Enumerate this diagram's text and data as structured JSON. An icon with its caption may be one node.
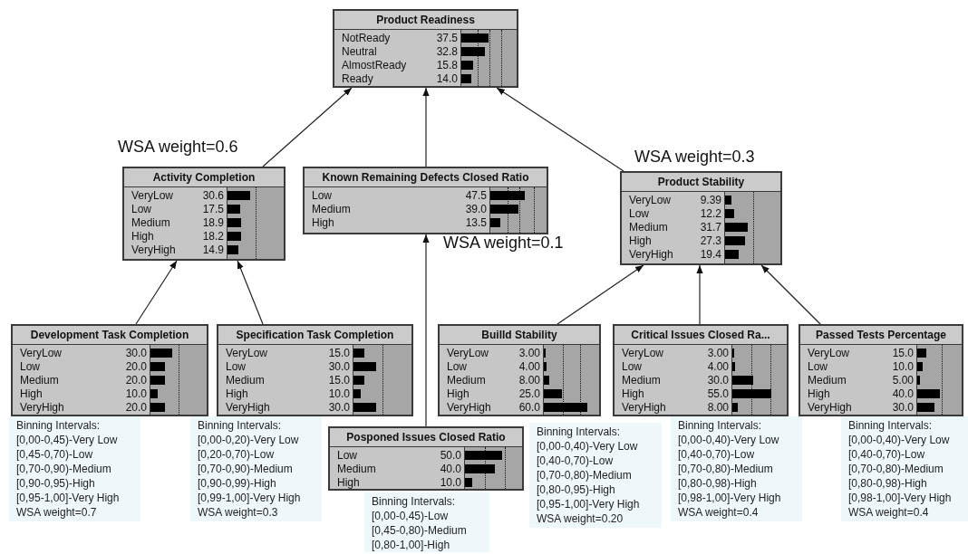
{
  "diagram": {
    "nodes": [
      {
        "text": [
          "Product Readiness",
          "NotReady",
          "37.5",
          "Neutral",
          "32.8",
          "AlmostReady",
          "15.8",
          "Ready",
          "14.0"
        ]
      },
      {
        "text": [
          "Activity Completion",
          "VeryLow",
          "30.6",
          "Low",
          "17.5",
          "Medium",
          "18.9",
          "High",
          "18.2",
          "VeryHigh",
          "14.9"
        ]
      },
      {
        "text": [
          "Known Remaining Defects Closed Ratio",
          "Low",
          "47.5",
          "Medium",
          "39.0",
          "High",
          "13.5"
        ]
      },
      {
        "text": [
          "Product Stability",
          "VeryLow",
          "9.39",
          "Low",
          "12.2",
          "Medium",
          "31.7",
          "High",
          "27.3",
          "VeryHigh",
          "19.4"
        ]
      },
      {
        "text": [
          "Development Task Completion",
          "VeryLow",
          "30.0",
          "Low",
          "20.0",
          "Medium",
          "20.0",
          "High",
          "10.0",
          "VeryHigh",
          "20.0"
        ],
        "beside": [
          "Binning Intervals:",
          "[0,00-0,45)-Very Low",
          "[0,45-0,70)-Low",
          "[0,70-0,90)-Medium",
          "[0,90-0,95)-High",
          "[0,95-1,00]-Very High",
          "WSA weight=0.7"
        ]
      },
      {
        "text": [
          "Specification Task Completion",
          "VeryLow",
          "15.0",
          "Low",
          "30.0",
          "Medium",
          "15.0",
          "High",
          "10.0",
          "VeryHigh",
          "30.0"
        ],
        "beside": [
          "Binning Intervals:",
          "[0,00-0,20)-Very Low",
          "[0,20-0,70)-Low",
          "[0,70-0,90)-Medium",
          "[0,90-0,99)-High",
          "[0,99-1,00]-Very High",
          "WSA weight=0.3"
        ]
      },
      {
        "text": [
          "Posponed Issues Closed Ratio",
          "Low",
          "50.0",
          "Medium",
          "40.0",
          "High",
          "10.0"
        ],
        "beside": [
          "Binning Intervals:",
          "[0,00-0,45)-Low",
          "[0,45-0,80)-Medium",
          "[0,80-1,00]-High"
        ]
      },
      {
        "text": [
          "Builld Stability",
          "VeryLow",
          "3.00",
          "Low",
          "4.00",
          "Medium",
          "8.00",
          "High",
          "25.0",
          "VeryHigh",
          "60.0"
        ],
        "beside": [
          "Binning Intervals:",
          "[0,00-0,40)-Very Low",
          "[0,40-0,70)-Low",
          "[0,70-0,80)-Medium",
          "[0,80-0,95)-High",
          "[0,95-1,00]-Very High",
          "WSA weight=0.20"
        ]
      },
      {
        "text": [
          "Critical Issues Closed Ra...",
          "VeryLow",
          "3.00",
          "Low",
          "4.00",
          "Medium",
          "30.0",
          "High",
          "55.0",
          "VeryHigh",
          "8.00"
        ],
        "beside": [
          "Binning Intervals:",
          "[0,00-0,40)-Very Low",
          "[0,40-0,70)-Low",
          "[0,70-0,80)-Medium",
          "[0,80-0,98)-High",
          "[0,98-1,00]-Very High",
          "WSA weight=0.4"
        ]
      },
      {
        "text": [
          "Passed Tests Percentage",
          "VeryLow",
          "15.0",
          "Low",
          "10.0",
          "Medium",
          "5.00",
          "High",
          "40.0",
          "VeryHigh",
          "30.0"
        ],
        "beside": [
          "Binning Intervals:",
          "[0,00-0,40)-Very Low",
          "[0,40-0,70)-Low",
          "[0,70-0,80)-Medium",
          "[0,80-0,98)-High",
          "[0,98-1,00]-Very High",
          "WSA weight=0.4"
        ]
      }
    ],
    "edges": [
      {
        "from": 1,
        "to": 0,
        "arrow": "to"
      },
      {
        "from": 2,
        "to": 0,
        "arrow": "to"
      },
      {
        "from": 3,
        "to": 0,
        "arrow": "to"
      },
      {
        "from": 4,
        "to": 1,
        "arrow": "to"
      },
      {
        "from": 5,
        "to": 1,
        "arrow": "to"
      },
      {
        "from": 6,
        "to": 2,
        "arrow": "to"
      },
      {
        "from": 7,
        "to": 3,
        "arrow": "to"
      },
      {
        "from": 8,
        "to": 3,
        "arrow": "to"
      },
      {
        "from": 9,
        "to": 3,
        "arrow": "to"
      }
    ],
    "labels": [
      "WSA weight=0.6",
      "WSA weight=0.3",
      "WSA weight=0.1"
    ]
  }
}
